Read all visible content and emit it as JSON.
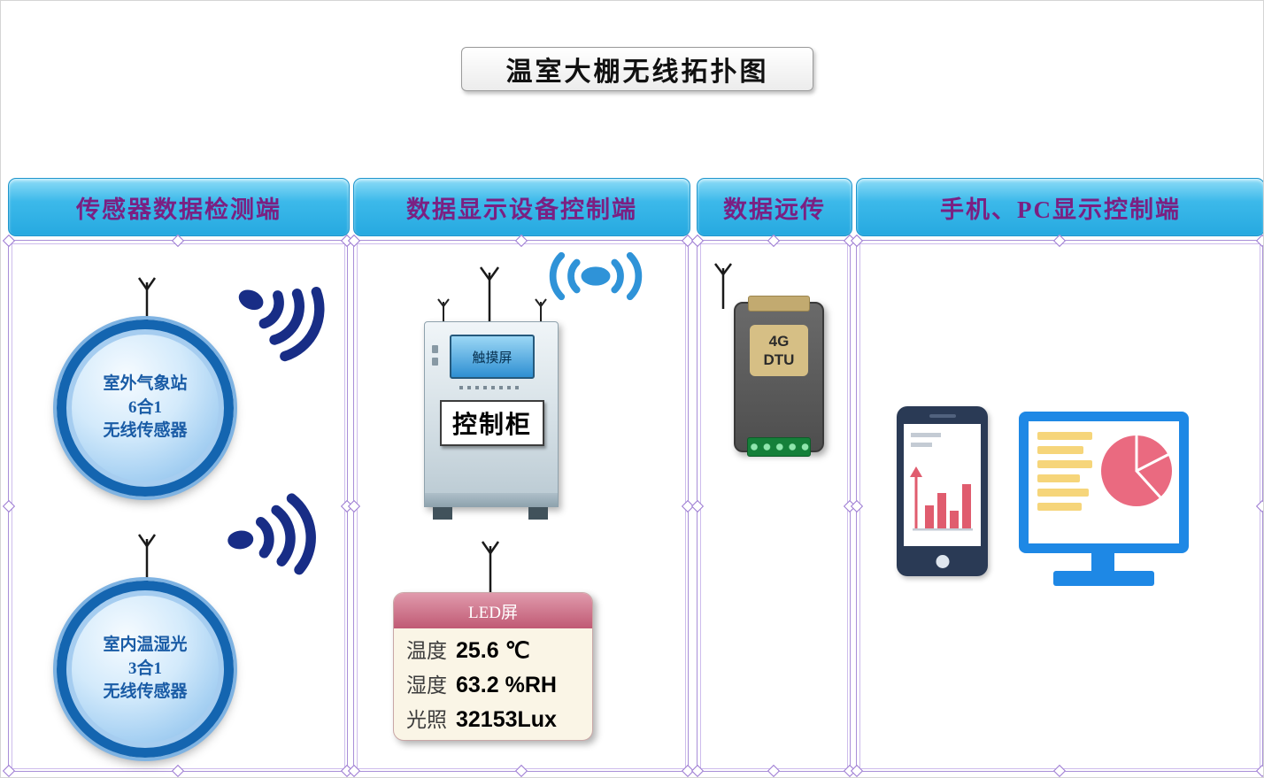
{
  "title": "温室大棚无线拓扑图",
  "columns": {
    "sensor": {
      "header": "传感器数据检测端"
    },
    "display": {
      "header": "数据显示设备控制端"
    },
    "remote": {
      "header": "数据远传"
    },
    "client": {
      "header": "手机、PC显示控制端"
    }
  },
  "sensors": {
    "outdoor": {
      "line1": "室外气象站",
      "line2": "6合1",
      "line3": "无线传感器"
    },
    "indoor": {
      "line1": "室内温湿光",
      "line2": "3合1",
      "line3": "无线传感器"
    }
  },
  "cabinet": {
    "screen": "触摸屏",
    "label": "控制柜"
  },
  "led": {
    "title": "LED屏",
    "rows": [
      {
        "name": "温度",
        "value": "25.6 ℃"
      },
      {
        "name": "湿度",
        "value": "63.2 %RH"
      },
      {
        "name": "光照",
        "value": "32153Lux"
      }
    ]
  },
  "dtu": {
    "line1": "4G",
    "line2": "DTU"
  },
  "icons": [
    "antenna-icon",
    "wireless-signal-icon",
    "wireless-broadcast-icon",
    "phone-icon",
    "monitor-icon",
    "bar-chart-icon",
    "pie-chart-icon"
  ],
  "colors": {
    "header_bg": "#2fb0e6",
    "header_text": "#7b2082",
    "frame_border": "#a98fd8",
    "signal_navy": "#182d86",
    "led_header": "#c05a74",
    "monitor_blue": "#1e88e5",
    "chart_pink": "#ea6a80",
    "bar_yellow": "#f6d57a"
  }
}
